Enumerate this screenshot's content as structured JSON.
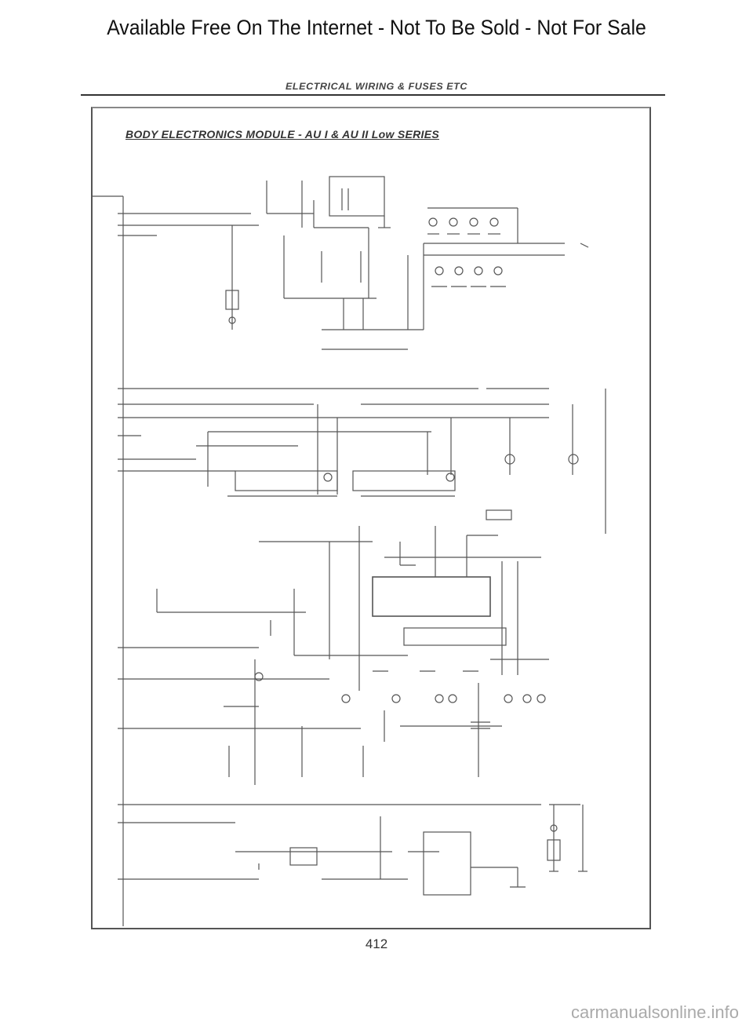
{
  "banner": "Available Free On The Internet - Not To Be Sold - Not For Sale",
  "section_header": "ELECTRICAL WIRING & FUSES ETC",
  "diagram_title": "BODY ELECTRONICS MODULE - AU I & AU II Low SERIES",
  "page_number": "412",
  "watermark": "carmanualsonline.info"
}
